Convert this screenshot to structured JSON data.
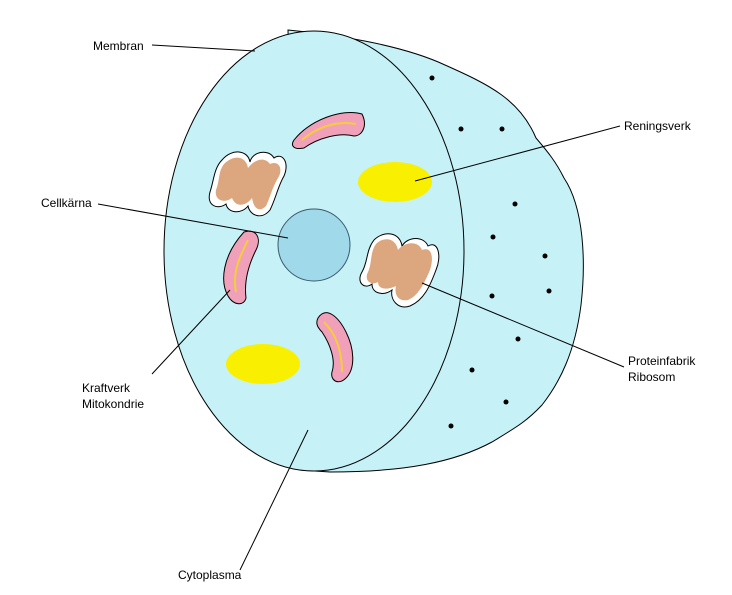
{
  "labels": {
    "membran": "Membran",
    "reningsverk": "Reningsverk",
    "cellkarna": "Cellkärna",
    "proteinfabrik": "Proteinfabrik",
    "ribosom": "Ribosom",
    "kraftverk": "Kraftverk",
    "mitokondrie": "Mitokondrie",
    "cytoplasma": "Cytoplasma"
  },
  "colors": {
    "background": "#ffffff",
    "cell_fill": "#c6f1f7",
    "cell_outline": "#000000",
    "nucleus": "#a0d9ea",
    "vacuole": "#f8f000",
    "golgi_fill": "#dca67e",
    "mitochondria_fill": "#dc9c8c",
    "mitochondria_inner": "#f0a0b8",
    "mitochondria_crista": "#f5cd3c",
    "ribosome": "#000000",
    "leader_line": "#000000"
  }
}
